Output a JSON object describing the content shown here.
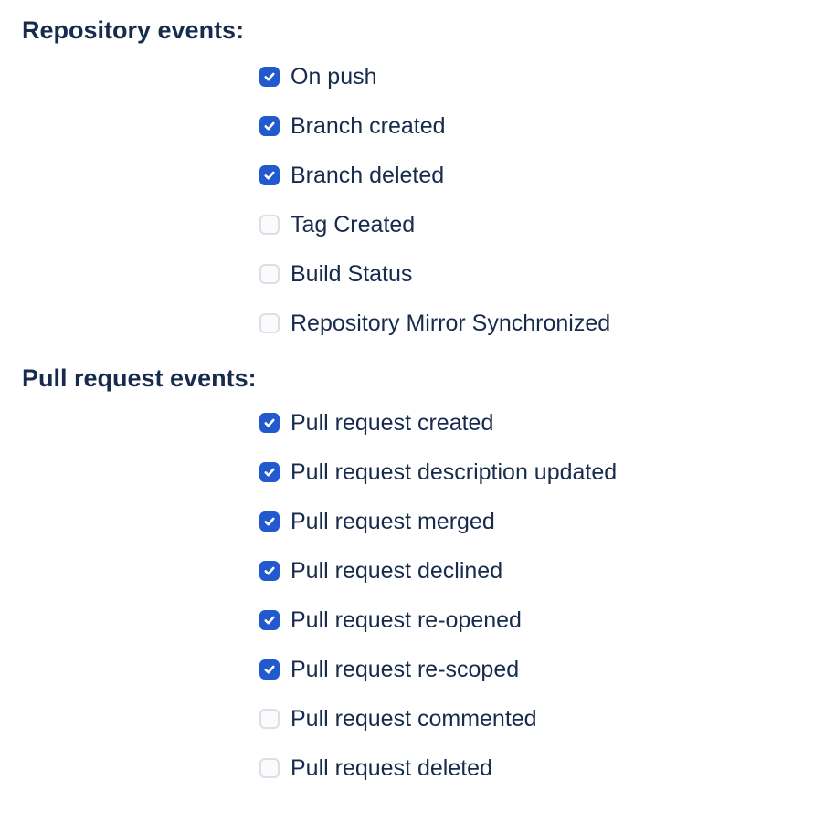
{
  "colors": {
    "background": "#FFFFFF",
    "text": "#172B4D",
    "checkbox_checked_bg": "#2259CF",
    "checkbox_unchecked_bg": "#FAFBFC",
    "checkbox_unchecked_border": "#DCDFE4",
    "checkmark": "#FFFFFF"
  },
  "sections": [
    {
      "heading": "Repository events:",
      "options": [
        {
          "label": "On push",
          "checked": true
        },
        {
          "label": "Branch created",
          "checked": true
        },
        {
          "label": "Branch deleted",
          "checked": true
        },
        {
          "label": "Tag Created",
          "checked": false
        },
        {
          "label": "Build Status",
          "checked": false
        },
        {
          "label": "Repository Mirror Synchronized",
          "checked": false
        }
      ]
    },
    {
      "heading": "Pull request events:",
      "options": [
        {
          "label": "Pull request created",
          "checked": true
        },
        {
          "label": "Pull request description updated",
          "checked": true
        },
        {
          "label": "Pull request merged",
          "checked": true
        },
        {
          "label": "Pull request declined",
          "checked": true
        },
        {
          "label": "Pull request re-opened",
          "checked": true
        },
        {
          "label": "Pull request re-scoped",
          "checked": true
        },
        {
          "label": "Pull request commented",
          "checked": false
        },
        {
          "label": "Pull request deleted",
          "checked": false
        }
      ]
    }
  ]
}
